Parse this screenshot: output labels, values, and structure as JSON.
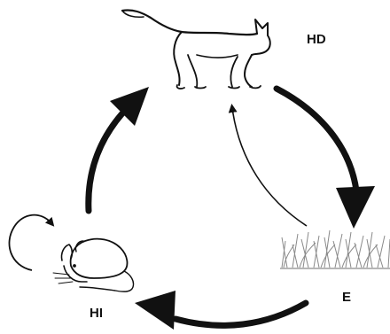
{
  "labels": {
    "definitive_host": "HD",
    "environment": "E",
    "intermediate_host": "HI"
  },
  "icons": {
    "cat": "cat-icon",
    "grass": "grass-icon",
    "mouse": "mouse-icon"
  },
  "colors": {
    "stroke": "#111111",
    "grass": "#8a8a8a",
    "background": "#ffffff"
  }
}
